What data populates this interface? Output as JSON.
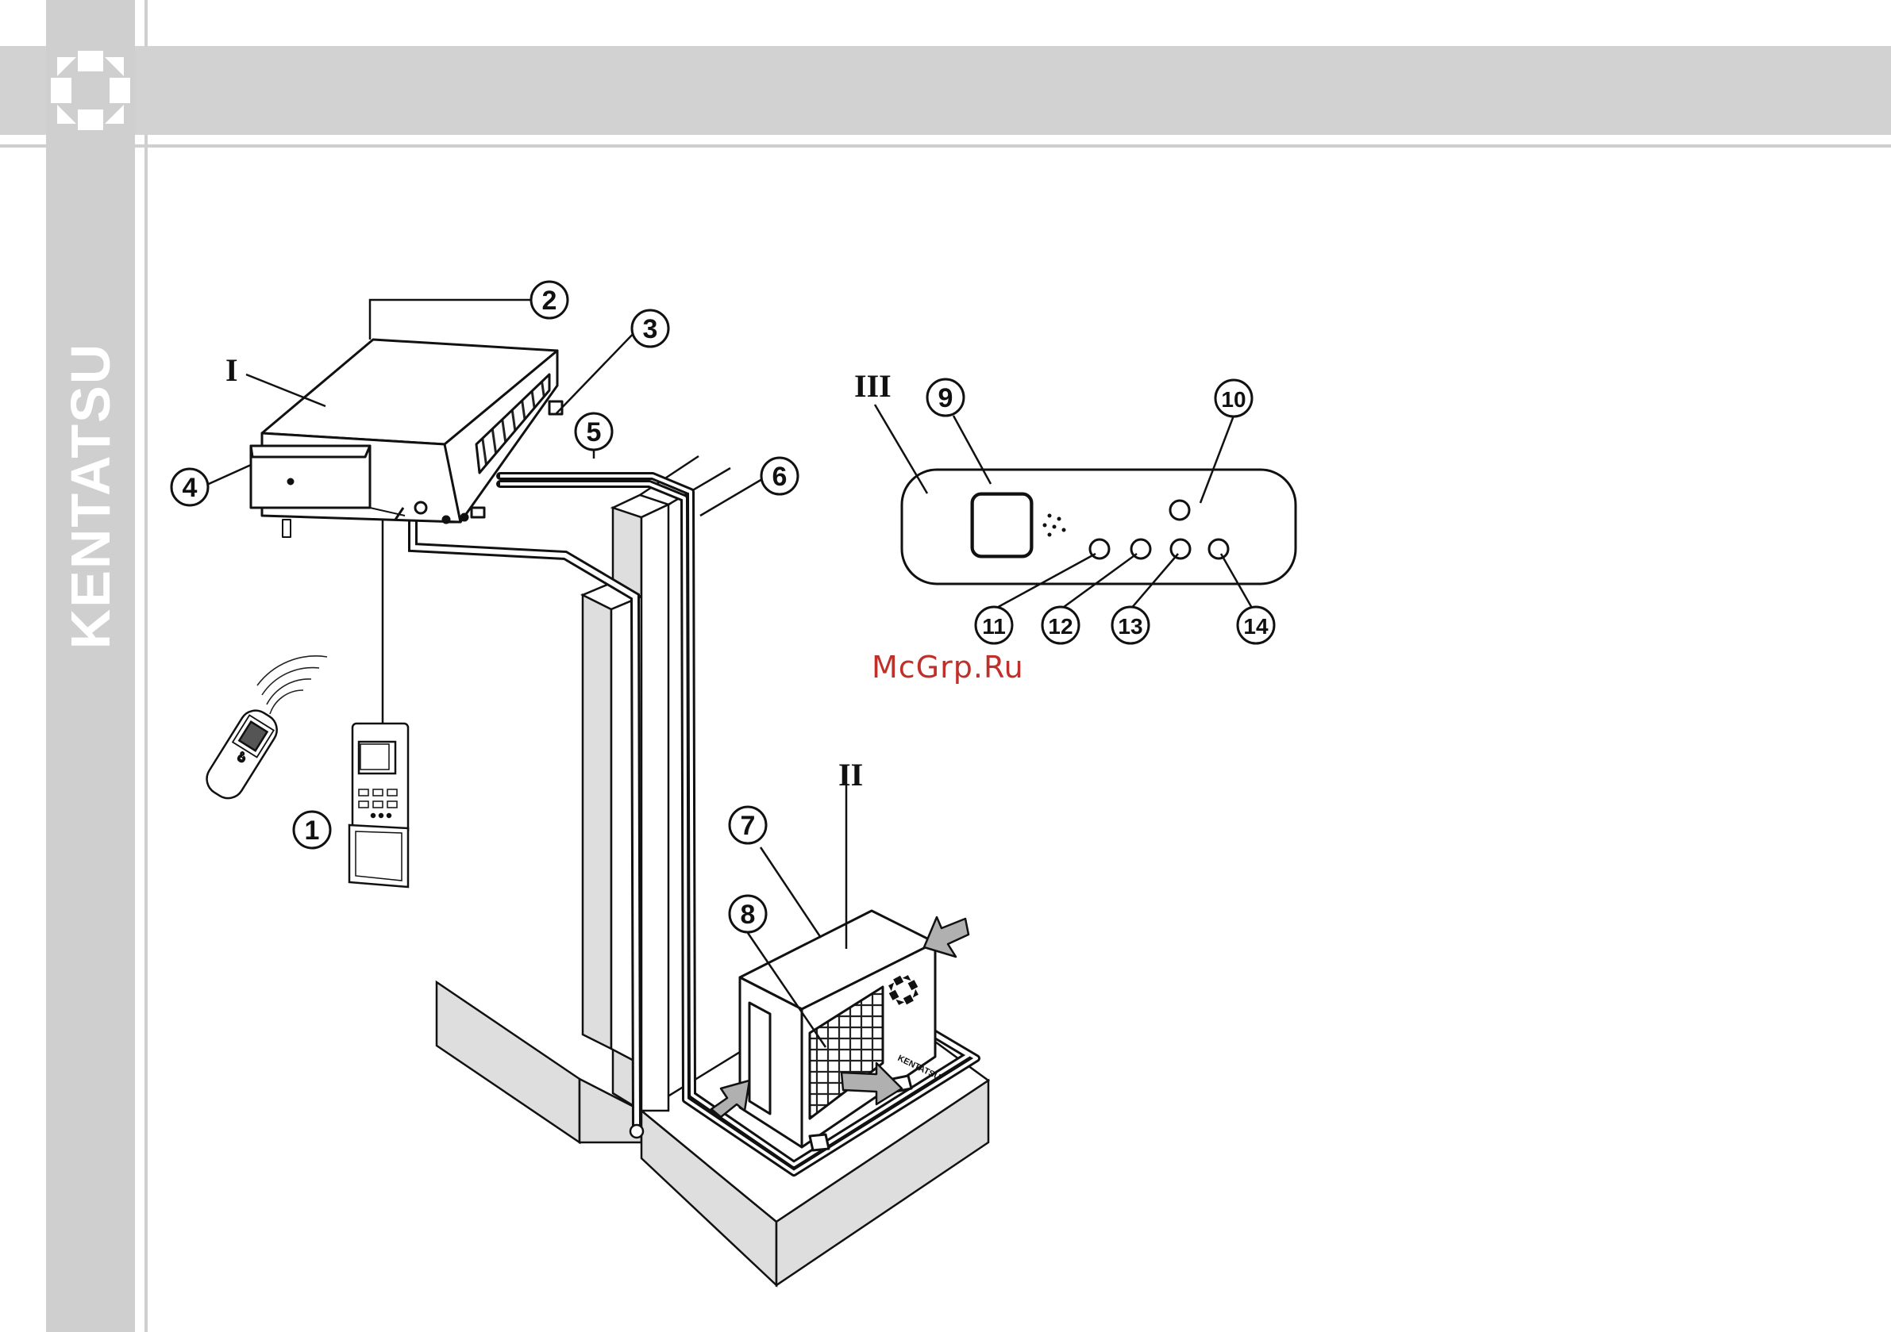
{
  "brand": {
    "name": "KENTATSU"
  },
  "watermark": "McGrp.Ru",
  "units": {
    "indoor": "I",
    "outdoor": "II",
    "panel": "III"
  },
  "callouts": [
    "1",
    "2",
    "3",
    "4",
    "5",
    "6",
    "7",
    "8",
    "9",
    "10",
    "11",
    "12",
    "13",
    "14"
  ],
  "outdoor_unit_label": "KENTATSU",
  "icons": {
    "logo": "kentatsu-logo-icon",
    "remote": "remote-control-icon",
    "wall_controller": "wired-controller-icon",
    "airflow": "airflow-arrow-icon"
  },
  "colors": {
    "band": "#d2d2d2",
    "ink": "#111111",
    "watermark": "#c0302a"
  }
}
